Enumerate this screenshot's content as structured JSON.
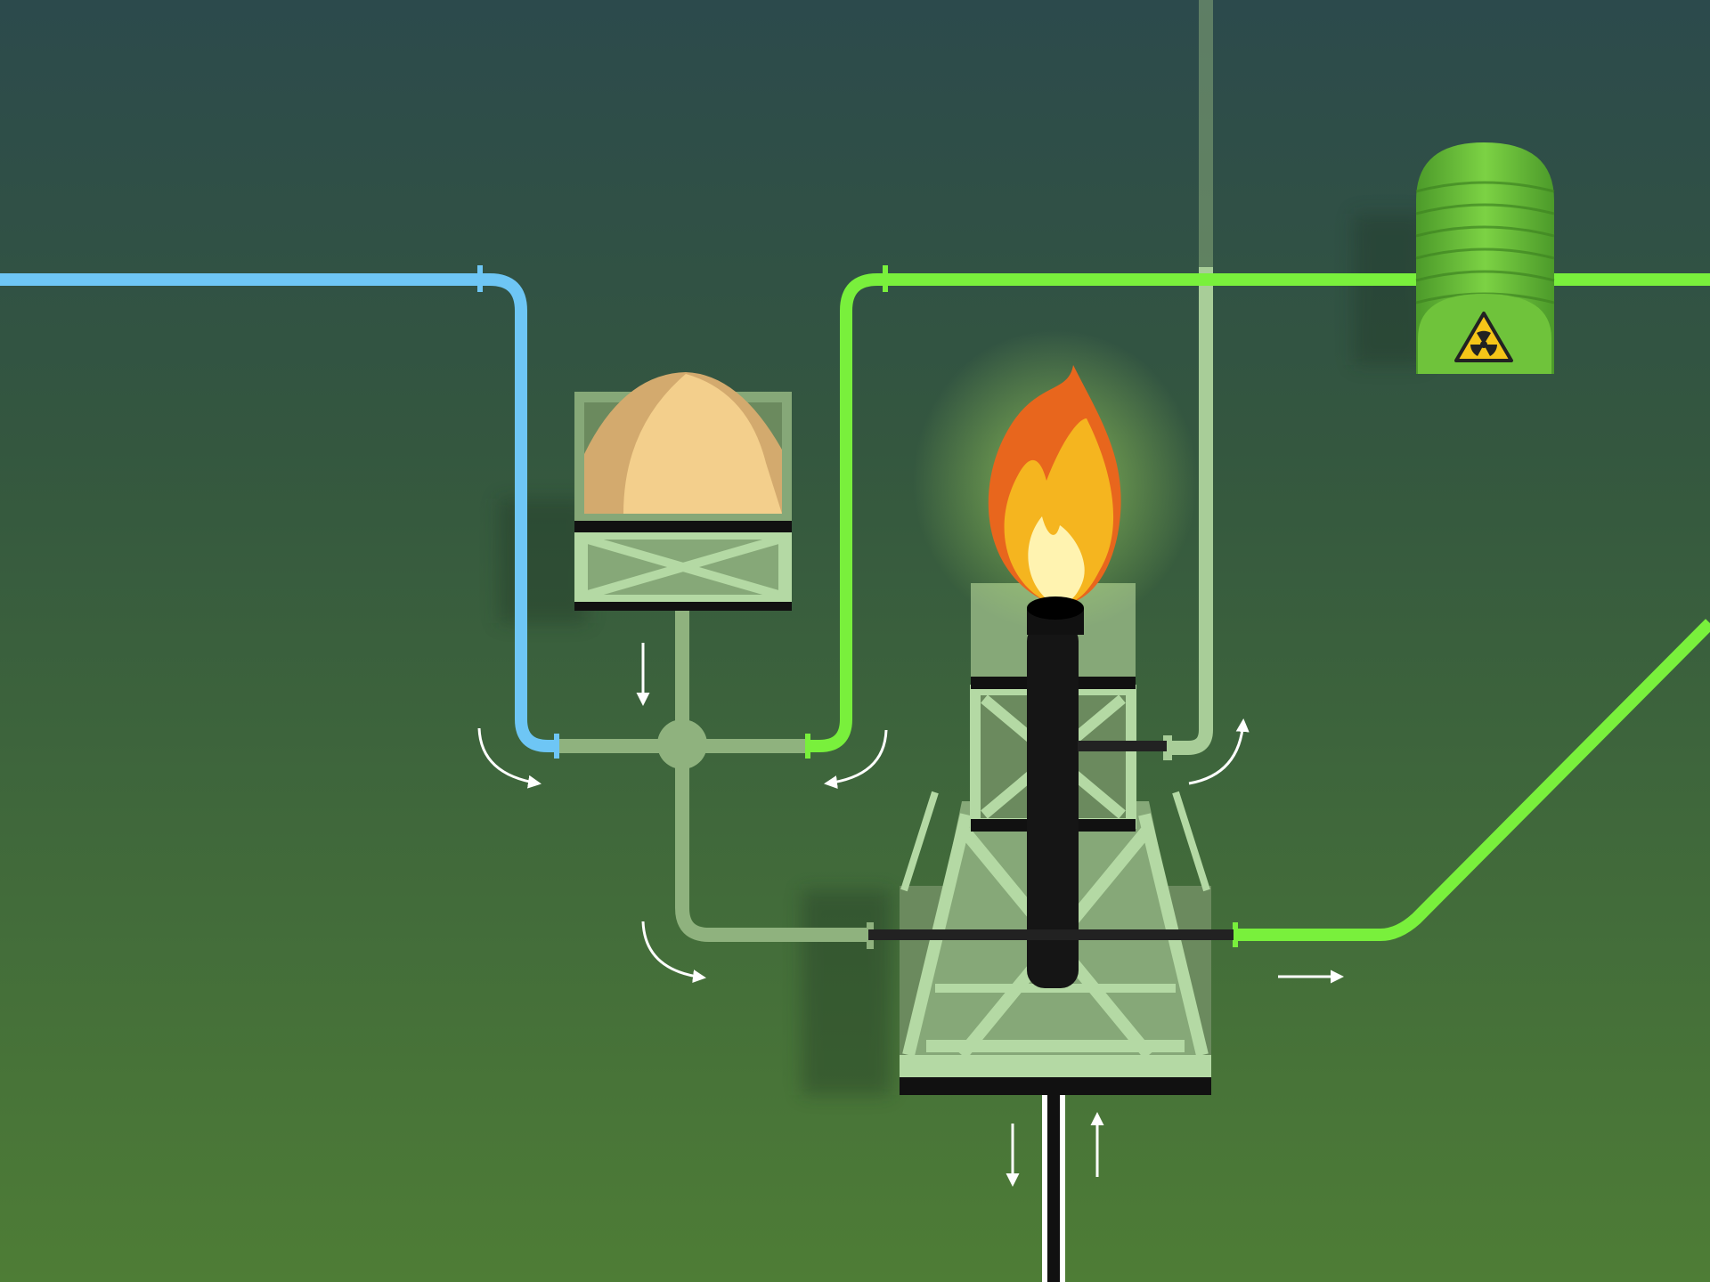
{
  "scene": {
    "type": "fracking process illustration",
    "colors": {
      "background_top": "#2c4a4c",
      "background_bottom": "#4e7d36",
      "water_pipe": "#6ec6f5",
      "gas_pipe": "#79f03c",
      "mix_pipe": "#8fb27e",
      "equipment_light": "#b4d9a4",
      "equipment_mid": "#86a878",
      "equipment_dark": "#5b7a4f",
      "sand": "#f3cf8c",
      "sand_shadow": "#d3aa6e",
      "flame_outer": "#e8661d",
      "flame_mid": "#f5b51f",
      "flame_inner": "#fff3b0",
      "wellbore": "#111111",
      "arrow": "#ffffff",
      "hazard": "#f5c518"
    },
    "components": {
      "water_line": "water-supply-pipe",
      "sand_hopper": "proppant-hopper",
      "mixer": "blend-junction",
      "derrick": "drilling-derrick",
      "flare": "gas-flare",
      "wellbore": "wellbore-pipe",
      "hazard_tank": "radiation-hazard-storage-tank",
      "gas_line": "gas-output-pipe",
      "vent_line": "vent-stack"
    },
    "hazard_icon": "radioactive-warning-icon",
    "flow_arrows": [
      "water-to-mixer",
      "gas-return-to-mixer",
      "hopper-down",
      "mix-to-derrick",
      "vent-up",
      "gas-out-right",
      "down-into-well",
      "up-out-of-well"
    ]
  }
}
